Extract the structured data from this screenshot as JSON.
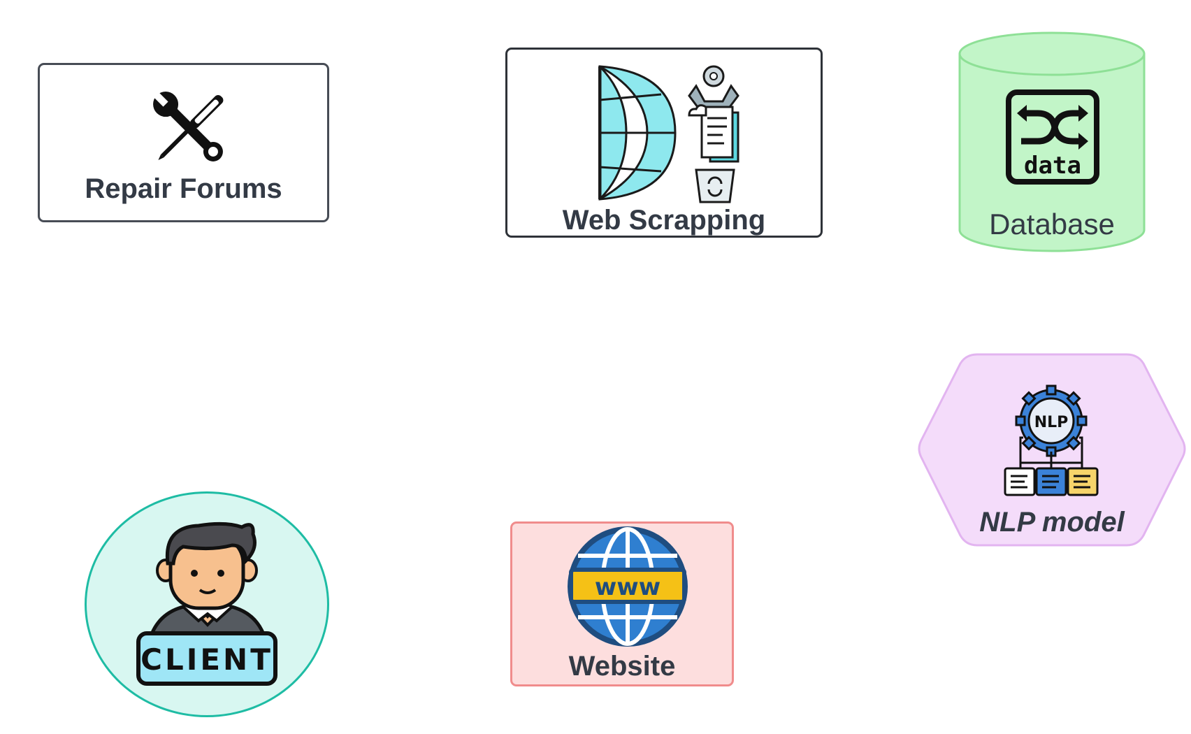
{
  "nodes": {
    "repair_forums": {
      "label": "Repair Forums",
      "icon": "tools-icon"
    },
    "web_scrapping": {
      "label": "Web Scrapping",
      "icon": "web-scraping-icon"
    },
    "database": {
      "label": "Database",
      "icon": "data-shuffle-icon",
      "icon_text": "data"
    },
    "nlp_model": {
      "label": "NLP model",
      "icon": "nlp-gear-icon",
      "icon_text": "NLP"
    },
    "client": {
      "label_badge": "CLIENT",
      "icon": "client-person-icon"
    },
    "website": {
      "label": "Website",
      "icon": "www-globe-icon",
      "icon_text": "www"
    }
  },
  "colors": {
    "database_fill": "#c2f5c8",
    "database_stroke": "#8ee096",
    "nlp_fill": "#f4dcfa",
    "nlp_stroke": "#e2b4f0",
    "client_fill": "#d8f7f1",
    "client_stroke": "#1ebca4",
    "website_fill": "#fddede",
    "website_stroke": "#f08c8c"
  }
}
